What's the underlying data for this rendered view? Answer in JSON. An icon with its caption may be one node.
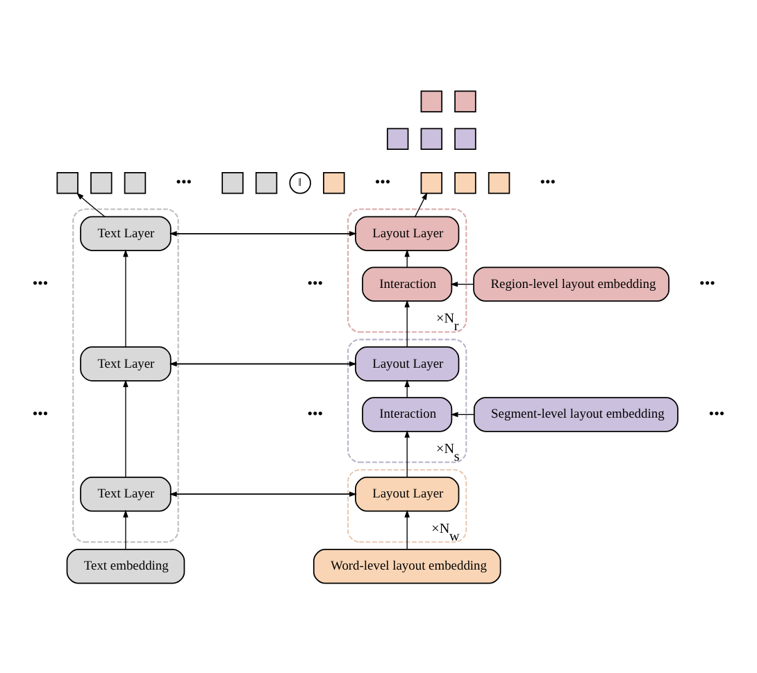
{
  "diagram": {
    "nodes": [
      {
        "text": [],
        "shape": "box"
      },
      {
        "text": [
          "Text Layer"
        ],
        "in": 0
      },
      {
        "text": [
          "Text Layer"
        ],
        "in": 0
      },
      {
        "text": [
          "Text Layer"
        ],
        "in": 0
      },
      {
        "text": [],
        "shape": "box",
        "beside": [
          "×N$_{r}$"
        ]
      },
      {
        "text": [
          "Layout Layer"
        ],
        "in": 4
      },
      {
        "text": [
          "Interaction"
        ],
        "in": 4
      },
      {
        "text": [],
        "shape": "box",
        "beside": [
          "×N$_{s}$"
        ]
      },
      {
        "text": [
          "Layout Layer"
        ],
        "in": 7
      },
      {
        "text": [
          "Interaction"
        ],
        "in": 7
      },
      {
        "text": [],
        "shape": "box",
        "beside": [
          "×N$_{w}$"
        ]
      },
      {
        "text": [
          "Layout Layer"
        ],
        "in": 10
      },
      {
        "text": [
          "Region-level layout embedding"
        ]
      },
      {
        "text": [
          "Segment-level layout embedding"
        ]
      },
      {
        "text": [
          "Text embedding"
        ]
      },
      {
        "text": [
          "Word-level layout embedding"
        ]
      },
      {
        "text": [],
        "shape": "box"
      },
      {
        "text": [],
        "shape": "box"
      },
      {
        "text": [],
        "shape": "box"
      },
      {
        "text": [],
        "shape": "box"
      },
      {
        "text": [],
        "shape": "box"
      },
      {
        "text": [
          "‖"
        ]
      },
      {
        "text": [],
        "shape": "box"
      },
      {
        "text": [],
        "shape": "box"
      },
      {
        "text": [],
        "shape": "box"
      },
      {
        "text": [],
        "shape": "box"
      },
      {
        "text": [],
        "shape": "box"
      },
      {
        "text": [],
        "shape": "box"
      },
      {
        "text": [],
        "shape": "box"
      },
      {
        "text": [],
        "shape": "box"
      },
      {
        "text": [],
        "shape": "box"
      }
    ],
    "edges": [
      {
        "from": 14,
        "to": 3,
        "arrow": "to"
      },
      {
        "from": 3,
        "to": 2,
        "arrow": "to"
      },
      {
        "from": 2,
        "to": 1,
        "arrow": "to"
      },
      {
        "from": 1,
        "to": 18,
        "arrow": "to"
      },
      {
        "from": 15,
        "to": 11,
        "arrow": "to"
      },
      {
        "from": 11,
        "to": 9,
        "arrow": "to"
      },
      {
        "from": 9,
        "to": 8,
        "arrow": "to"
      },
      {
        "from": 8,
        "to": 6,
        "arrow": "to"
      },
      {
        "from": 6,
        "to": 5,
        "arrow": "to"
      },
      {
        "from": 5,
        "to": 28,
        "arrow": "to"
      },
      {
        "from": 12,
        "to": 6,
        "arrow": "to"
      },
      {
        "from": 13,
        "to": 9,
        "arrow": "to"
      },
      {
        "from": 3,
        "to": 11,
        "arrow": "to"
      },
      {
        "from": 11,
        "to": 3,
        "arrow": "to"
      },
      {
        "from": 2,
        "to": 8,
        "arrow": "to"
      },
      {
        "from": 8,
        "to": 2,
        "arrow": "to"
      },
      {
        "from": 1,
        "to": 5,
        "arrow": "to"
      },
      {
        "from": 5,
        "to": 1,
        "arrow": "to"
      }
    ],
    "labels": [
      "•••",
      "•••",
      "•••",
      "•••",
      "•••",
      "•••",
      "•••",
      "•••",
      "•••"
    ]
  }
}
